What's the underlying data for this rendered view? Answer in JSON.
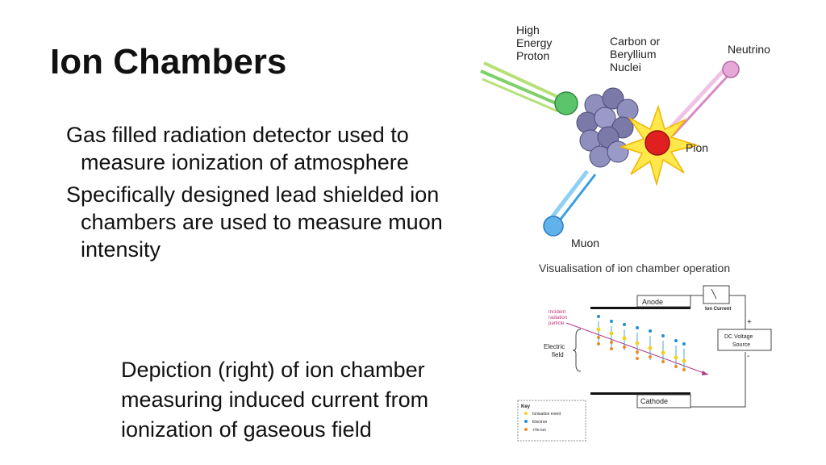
{
  "slide": {
    "title": "Ion Chambers",
    "bullets": [
      "Gas filled radiation detector used to measure ionization of atmosphere",
      "Specifically designed lead shielded ion chambers are used to measure muon intensity"
    ],
    "caption": "Depiction (right) of ion chamber measuring induced current from ionization of gaseous field"
  },
  "cosmic_ray_figure": {
    "labels": {
      "proton": [
        "High",
        "Energy",
        "Proton"
      ],
      "nuclei": [
        "Carbon or",
        "Beryllium",
        "Nuclei"
      ],
      "neutrino": "Neutrino",
      "pion": "Pion",
      "muon": "Muon"
    },
    "colors": {
      "proton": "#5cc46a",
      "nuclei": "#7a79a8",
      "pion": "#e02020",
      "burst": "#ffe84a",
      "neutrino": "#d98ac4",
      "muon": "#3a9fe0"
    }
  },
  "ion_chamber_figure": {
    "title": "Visualisation of ion chamber operation",
    "anode": "Anode",
    "cathode": "Cathode",
    "ion_current": "Ion Current",
    "incident": [
      "Incident",
      "radiation",
      "particle"
    ],
    "electric_field": [
      "Electric",
      "field"
    ],
    "plus": "+",
    "minus": "-",
    "source": [
      "DC Voltage",
      "Source"
    ],
    "key": {
      "title": "Key",
      "items": [
        {
          "label": "Ionisation event",
          "color": "#f2d21b"
        },
        {
          "label": "Electron",
          "color": "#1e90d6"
        },
        {
          "label": "+Ve ion",
          "color": "#f08a24"
        }
      ]
    }
  }
}
